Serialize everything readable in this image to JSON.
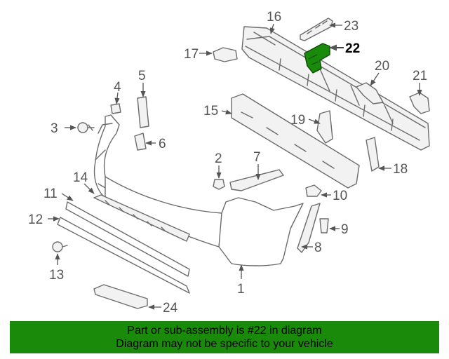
{
  "diagram": {
    "callouts": [
      {
        "number": "1"
      },
      {
        "number": "2"
      },
      {
        "number": "3"
      },
      {
        "number": "4"
      },
      {
        "number": "5"
      },
      {
        "number": "6"
      },
      {
        "number": "7"
      },
      {
        "number": "8"
      },
      {
        "number": "9"
      },
      {
        "number": "10"
      },
      {
        "number": "11"
      },
      {
        "number": "12"
      },
      {
        "number": "13"
      },
      {
        "number": "14"
      },
      {
        "number": "15"
      },
      {
        "number": "16"
      },
      {
        "number": "17"
      },
      {
        "number": "18"
      },
      {
        "number": "19"
      },
      {
        "number": "20"
      },
      {
        "number": "21"
      },
      {
        "number": "22",
        "highlighted": true
      },
      {
        "number": "23"
      },
      {
        "number": "24"
      }
    ],
    "highlight_color": "#1a8a0a"
  },
  "banner": {
    "line1": "Part or sub-assembly is #22 in diagram",
    "line2": "Diagram may not be specific to your vehicle",
    "background": "#1a8a0a"
  }
}
